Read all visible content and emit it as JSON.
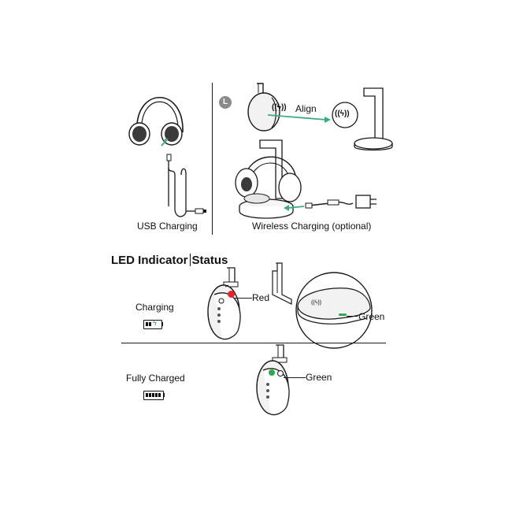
{
  "charging_methods": {
    "usb_label": "USB Charging",
    "wireless_label": "Wireless Charging (optional)",
    "side_marker": "L",
    "align_label": "Align"
  },
  "led_section": {
    "title_part1": "LED Indicator",
    "title_part2": "Status",
    "rows": [
      {
        "state": "Charging",
        "led_label": "Red",
        "stand_led_label": "Green",
        "led_color": "#e8242a",
        "stand_led_color": "#2eaa4a"
      },
      {
        "state": "Fully Charged",
        "led_label": "Green",
        "led_color": "#2eaa4a"
      }
    ]
  },
  "colors": {
    "arrow": "#3daa82",
    "line": "#1a1a1a",
    "fill_light": "#f2f2f2"
  },
  "icons": [
    "wireless-charge-icon",
    "battery-charging-icon",
    "battery-full-icon",
    "side-left-badge-icon"
  ]
}
